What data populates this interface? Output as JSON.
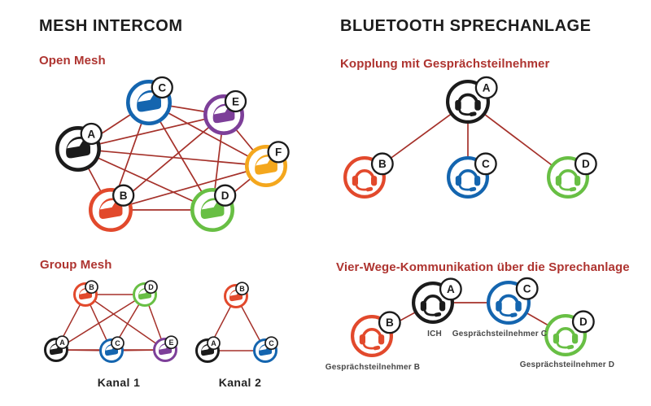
{
  "page": {
    "background_color": "#ffffff"
  },
  "left_column": {
    "title": "MESH INTERCOM",
    "open_mesh": {
      "subtitle": "Open Mesh"
    },
    "group_mesh": {
      "subtitle": "Group Mesh",
      "channel1_label": "Kanal 1",
      "channel2_label": "Kanal 2"
    }
  },
  "right_column": {
    "title": "BLUETOOTH SPRECHANLAGE",
    "pairing": {
      "subtitle": "Kopplung mit Gesprächsteilnehmer"
    },
    "four_way": {
      "subtitle": "Vier-Wege-Kommunikation über die Sprechanlage",
      "labels": {
        "me": "ICH",
        "participant_b": "Gesprächsteilnehmer B",
        "participant_c": "Gesprächsteilnehmer C",
        "participant_d": "Gesprächsteilnehmer D"
      }
    }
  },
  "diagrams": {
    "open_mesh": {
      "icon": "helmet-icon",
      "connectivity": "all-to-all",
      "nodes": [
        {
          "letter": "A",
          "color": "black"
        },
        {
          "letter": "B",
          "color": "red"
        },
        {
          "letter": "C",
          "color": "blue"
        },
        {
          "letter": "D",
          "color": "green"
        },
        {
          "letter": "E",
          "color": "purple"
        },
        {
          "letter": "F",
          "color": "orange"
        }
      ]
    },
    "group_mesh_kanal1": {
      "icon": "helmet-icon",
      "connectivity": "all-to-all",
      "nodes": [
        {
          "letter": "A",
          "color": "black"
        },
        {
          "letter": "B",
          "color": "red"
        },
        {
          "letter": "C",
          "color": "blue"
        },
        {
          "letter": "D",
          "color": "green"
        },
        {
          "letter": "E",
          "color": "purple"
        }
      ]
    },
    "group_mesh_kanal2": {
      "icon": "helmet-icon",
      "connectivity": "all-to-all",
      "nodes": [
        {
          "letter": "A",
          "color": "black"
        },
        {
          "letter": "B",
          "color": "red"
        },
        {
          "letter": "C",
          "color": "blue"
        }
      ]
    },
    "pairing": {
      "icon": "headset-icon",
      "connectivity": "hub",
      "nodes": [
        {
          "letter": "A",
          "color": "black"
        },
        {
          "letter": "B",
          "color": "red"
        },
        {
          "letter": "C",
          "color": "blue"
        },
        {
          "letter": "D",
          "color": "green"
        }
      ],
      "edges": [
        [
          "A",
          "B"
        ],
        [
          "A",
          "C"
        ],
        [
          "A",
          "D"
        ]
      ]
    },
    "four_way": {
      "icon": "headset-icon",
      "connectivity": "chain",
      "nodes": [
        {
          "letter": "B",
          "color": "red"
        },
        {
          "letter": "A",
          "color": "black"
        },
        {
          "letter": "C",
          "color": "blue"
        },
        {
          "letter": "D",
          "color": "green"
        }
      ],
      "edges": [
        [
          "B",
          "A"
        ],
        [
          "A",
          "C"
        ],
        [
          "C",
          "D"
        ]
      ]
    }
  },
  "colors": {
    "heading_text": "#1c1c1c",
    "subheading_red": "#ae3430",
    "connection_line_red": "#a5312a",
    "caption_gray": "#474747",
    "badge_border": "#1b1b1b",
    "node_black": "#1b1b1b",
    "node_red": "#e2492c",
    "node_blue": "#1465af",
    "node_green": "#68bf44",
    "node_purple": "#7d3f99",
    "node_orange": "#f4a71d"
  }
}
